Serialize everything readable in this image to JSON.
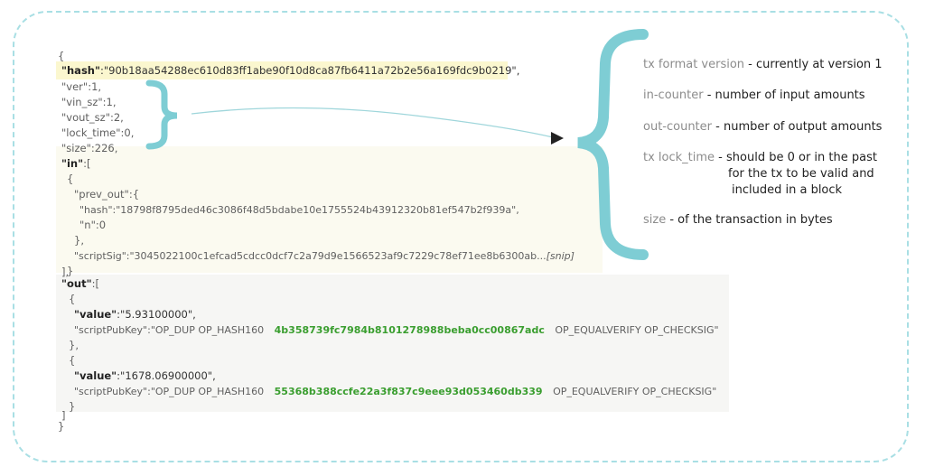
{
  "json": {
    "open_brace": "{",
    "hash_key": "\"hash\"",
    "hash_value": ":\"90b18aa54288ec610d83ff1abe90f10d8ca87fb6411a72b2e56a169fdc9b0219\",",
    "ver": "\"ver\":1,",
    "vin_sz": "\"vin_sz\":1,",
    "vout_sz": "\"vout_sz\":2,",
    "lock_time": "\"lock_time\":0,",
    "size": "\"size\":226,",
    "in_key": "\"in\"",
    "in_open": ":[",
    "in_brace_open": "{",
    "prev_out": "\"prev_out\":{",
    "prev_hash": "\"hash\":\"18798f8795ded46c3086f48d5bdabe10e1755524b43912320b81ef547b2f939a\",",
    "prev_n": "\"n\":0",
    "prev_close": "},",
    "script_sig": "\"scriptSig\":\"3045022100c1efcad5cdcc0dcf7c2a79d9e1566523af9c7229c78ef71ee8b6300ab...",
    "snip": "[snip]",
    "in_brace_close": "}",
    "in_close": "],",
    "out_key": "\"out\"",
    "out_open": ":[",
    "out1_open": "{",
    "out1_value_key": "\"value\"",
    "out1_value": ":\"5.93100000\",",
    "out1_spk_prefix": "\"scriptPubKey\":\"OP_DUP OP_HASH160",
    "out1_spk_hash": "4b358739fc7984b8101278988beba0cc00867adc",
    "out1_spk_suffix": "OP_EQUALVERIFY OP_CHECKSIG\"",
    "out1_close": "},",
    "out2_open": "{",
    "out2_value_key": "\"value\"",
    "out2_value": ":\"1678.06900000\",",
    "out2_spk_prefix": "\"scriptPubKey\":\"OP_DUP OP_HASH160",
    "out2_spk_hash": "55368b388ccfe22a3f837c9eee93d053460db339",
    "out2_spk_suffix": "OP_EQUALVERIFY OP_CHECKSIG\"",
    "out2_close": "}",
    "out_close": "]",
    "close_brace": "}"
  },
  "annotations": [
    {
      "term": "tx format version",
      "desc": " - currently at version 1"
    },
    {
      "term": "in-counter",
      "desc": " - number of input amounts"
    },
    {
      "term": "out-counter",
      "desc": " - number of output amounts"
    },
    {
      "term": "tx lock_time",
      "desc": " - should be 0 or in the past",
      "desc2": "for the tx to be valid and",
      "desc3": "included in a block"
    },
    {
      "term": "size",
      "desc": " - of the transaction in bytes"
    }
  ],
  "colors": {
    "accent_teal": "#7ecdd4",
    "frame_dashed": "#a9dfe4",
    "hash_green": "#3a9e2f",
    "highlight_yellow": "#fbf7cf"
  }
}
